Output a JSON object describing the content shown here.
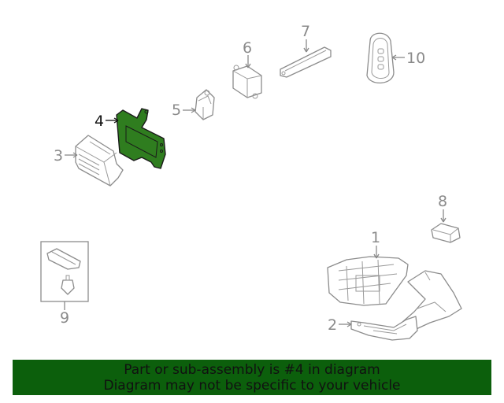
{
  "callouts": {
    "c1": "1",
    "c2": "2",
    "c3": "3",
    "c4": "4",
    "c5": "5",
    "c6": "6",
    "c7": "7",
    "c8": "8",
    "c9": "9",
    "c10": "10"
  },
  "highlight": {
    "part": "4",
    "color": "#2f7d1f"
  },
  "banner": {
    "line1": "Part or sub-assembly is #4 in diagram",
    "line2": "Diagram may not be specific to your vehicle",
    "background": "#0c5f0c"
  }
}
